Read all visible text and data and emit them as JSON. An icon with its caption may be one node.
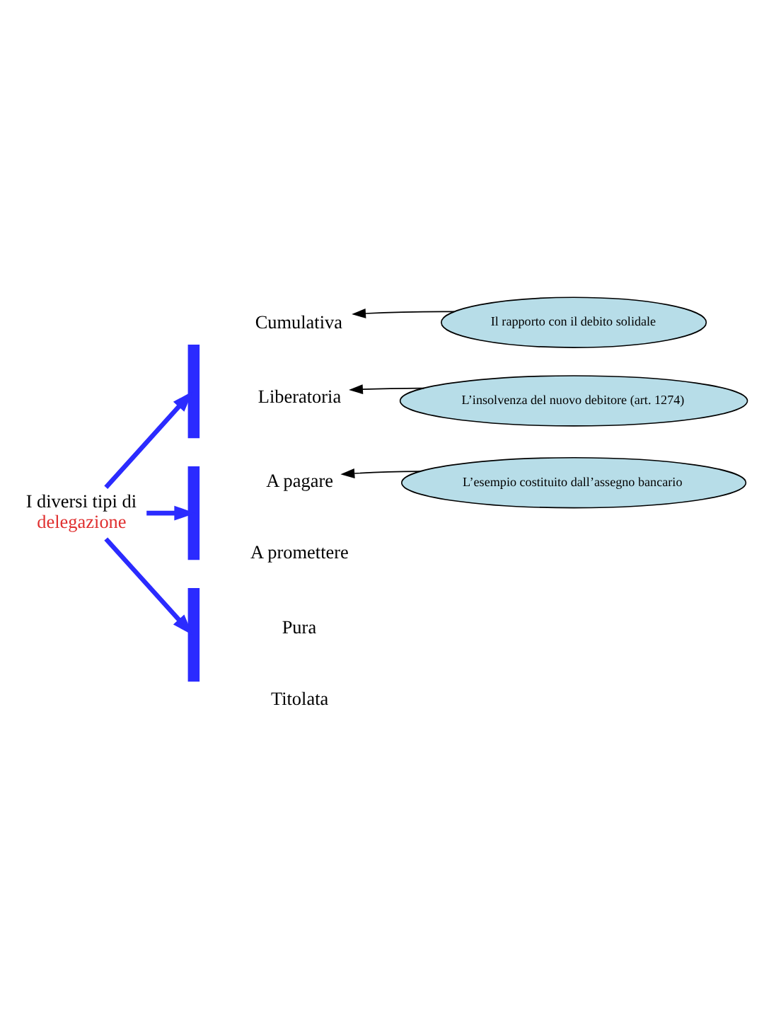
{
  "diagram": {
    "nodes": [
      {
        "text": [
          "I diversi tipi di",
          "delegazione"
        ]
      },
      {
        "text": [],
        "shape": "brace"
      },
      {
        "text": [
          "Cumulativa"
        ]
      },
      {
        "text": [
          "Liberatoria"
        ]
      },
      {
        "text": [],
        "shape": "brace"
      },
      {
        "text": [
          "A pagare"
        ]
      },
      {
        "text": [
          "A promettere"
        ]
      },
      {
        "text": [],
        "shape": "brace"
      },
      {
        "text": [
          "Pura"
        ]
      },
      {
        "text": [
          "Titolata"
        ]
      },
      {
        "text": [
          "Il rapporto con il debito solidale"
        ]
      },
      {
        "text": [
          "L’insolvenza del nuovo debitore (art. 1274)"
        ]
      },
      {
        "text": [
          "L’esempio costituito dall’assegno bancario"
        ]
      }
    ],
    "edges": [
      {
        "from": 0,
        "to": 1,
        "arrow": "to",
        "style": "thick",
        "color": "#2b2bff"
      },
      {
        "from": 0,
        "to": 4,
        "arrow": "to",
        "style": "thick",
        "color": "#2b2bff"
      },
      {
        "from": 0,
        "to": 7,
        "arrow": "to",
        "style": "thick",
        "color": "#2b2bff"
      },
      {
        "from": 10,
        "to": 2,
        "arrow": "to",
        "color": "#000000"
      },
      {
        "from": 11,
        "to": 3,
        "arrow": "to",
        "color": "#000000"
      },
      {
        "from": 12,
        "to": 5,
        "arrow": "to",
        "color": "#000000"
      }
    ]
  }
}
